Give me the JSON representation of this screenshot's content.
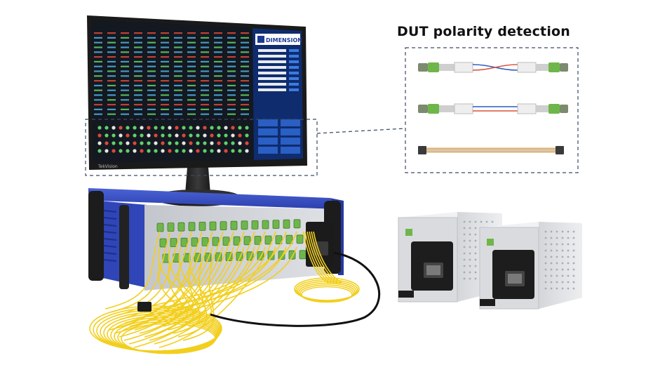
{
  "heading": "DUT polarity detection",
  "monitor": {
    "logo_text": "DIMENSION",
    "brand_label": "TekVision"
  },
  "colors": {
    "chassis_blue": "#2f45b8",
    "panel_silver": "#c9ccd1",
    "fiber_yellow": "#f2cf1d",
    "connector_green": "#6fb64a",
    "screen_dark": "#141820",
    "dashed_frame": "#3a4a66"
  },
  "icons": {
    "logo": "dimension-logo-icon",
    "polarity_cable_crossed": "crossed-fiber-cable-icon",
    "polarity_cable_straight": "straight-fiber-cable-icon",
    "ribbon_cable": "ribbon-cable-icon"
  }
}
